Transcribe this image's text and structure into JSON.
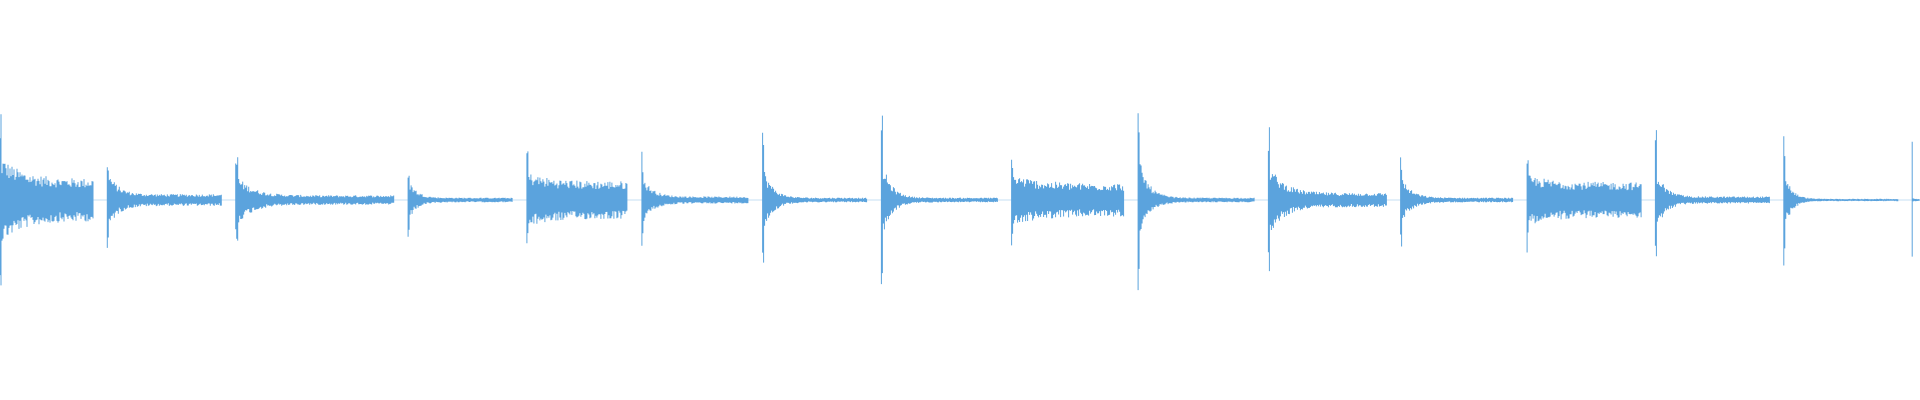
{
  "waveform": {
    "color": "#5ba3dd",
    "background": "#ffffff",
    "transients": [
      {
        "time": 0.0,
        "peak": 0.85,
        "decay": 0.7,
        "sustain": 0.18
      },
      {
        "time": 0.056,
        "peak": 0.58,
        "decay": 0.28,
        "sustain": 0.05
      },
      {
        "time": 0.123,
        "peak": 0.5,
        "decay": 0.32,
        "sustain": 0.04
      },
      {
        "time": 0.213,
        "peak": 0.42,
        "decay": 0.25,
        "sustain": 0.02
      },
      {
        "time": 0.275,
        "peak": 0.53,
        "decay": 0.68,
        "sustain": 0.16
      },
      {
        "time": 0.335,
        "peak": 0.48,
        "decay": 0.3,
        "sustain": 0.03
      },
      {
        "time": 0.398,
        "peak": 0.68,
        "decay": 0.28,
        "sustain": 0.02
      },
      {
        "time": 0.46,
        "peak": 0.8,
        "decay": 0.25,
        "sustain": 0.02
      },
      {
        "time": 0.528,
        "peak": 0.5,
        "decay": 0.7,
        "sustain": 0.14
      },
      {
        "time": 0.594,
        "peak": 0.88,
        "decay": 0.26,
        "sustain": 0.02
      },
      {
        "time": 0.662,
        "peak": 0.7,
        "decay": 0.4,
        "sustain": 0.06
      },
      {
        "time": 0.731,
        "peak": 0.48,
        "decay": 0.28,
        "sustain": 0.02
      },
      {
        "time": 0.797,
        "peak": 0.48,
        "decay": 0.66,
        "sustain": 0.15
      },
      {
        "time": 0.864,
        "peak": 0.66,
        "decay": 0.25,
        "sustain": 0.03
      },
      {
        "time": 0.931,
        "peak": 0.62,
        "decay": 0.2,
        "sustain": 0.01
      },
      {
        "time": 0.998,
        "peak": 0.6,
        "decay": 0.1,
        "sustain": 0.01
      }
    ]
  }
}
